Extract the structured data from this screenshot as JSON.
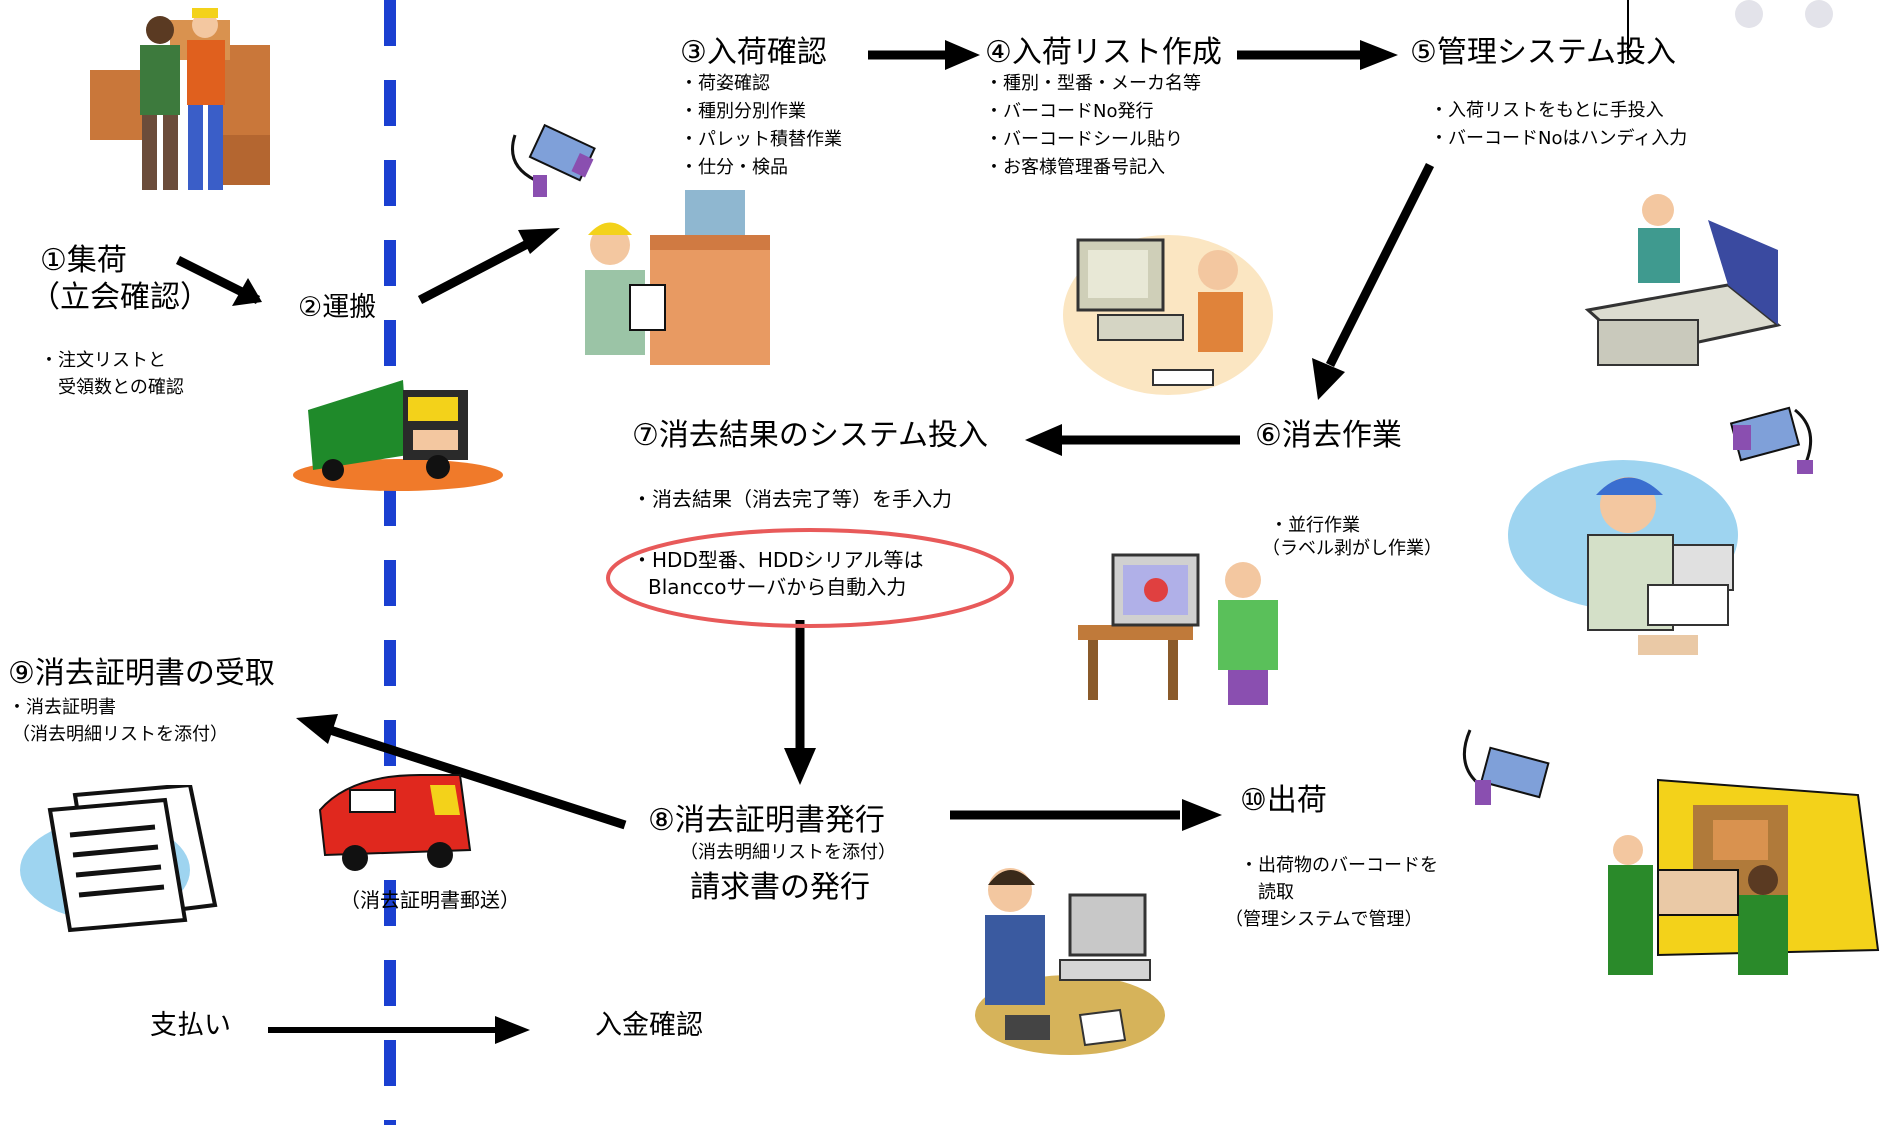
{
  "steps": {
    "s1": {
      "title": "①集荷",
      "sub": "（立会確認）",
      "notes": [
        "・注文リストと",
        "　受領数との確認"
      ]
    },
    "s2": {
      "title": "②運搬"
    },
    "s3": {
      "title": "③入荷確認",
      "notes": [
        "・荷姿確認",
        "・種別分別作業",
        "・パレット積替作業",
        "・仕分・検品"
      ]
    },
    "s4": {
      "title": "④入荷リスト作成",
      "notes": [
        "・種別・型番・メーカ名等",
        "・バーコードNo発行",
        "・バーコードシール貼り",
        "・お客様管理番号記入"
      ]
    },
    "s5": {
      "title": "⑤管理システム投入",
      "notes": [
        "・入荷リストをもとに手投入",
        "・バーコードNoはハンディ入力"
      ]
    },
    "s6": {
      "title": "⑥消去作業",
      "notes": [
        "・並行作業",
        "（ラベル剥がし作業）"
      ]
    },
    "s7": {
      "title": "⑦消去結果のシステム投入",
      "notes": [
        "・消去結果（消去完了等）を手入力"
      ],
      "highlight": [
        "・HDD型番、HDDシリアル等は",
        "Blanccoサーバから自動入力"
      ]
    },
    "s8": {
      "title": "⑧消去証明書発行",
      "sub": "（消去明細リストを添付）",
      "invoice": "請求書の発行"
    },
    "s9": {
      "title": "⑨消去証明書の受取",
      "notes": [
        "・消去証明書",
        "（消去明細リストを添付）"
      ]
    },
    "s10": {
      "title": "⑩出荷",
      "notes": [
        "・出荷物のバーコードを",
        "　読取",
        "（管理システムで管理）"
      ]
    }
  },
  "mail_label": "（消去証明書郵送）",
  "payment": "支払い",
  "receipt": "入金確認",
  "colors": {
    "divider": "#1a3fd1",
    "highlight": "#e85a5a",
    "arrow": "#000000"
  },
  "icons": [
    "workers-boxes-icon",
    "delivery-truck-icon",
    "camera-icon",
    "inspector-clipboard-icon",
    "office-computer-icon",
    "printer-operator-icon",
    "technician-icon",
    "desk-computer-icon",
    "documents-icon",
    "red-van-icon",
    "phone-operator-icon",
    "shipping-truck-icon"
  ]
}
